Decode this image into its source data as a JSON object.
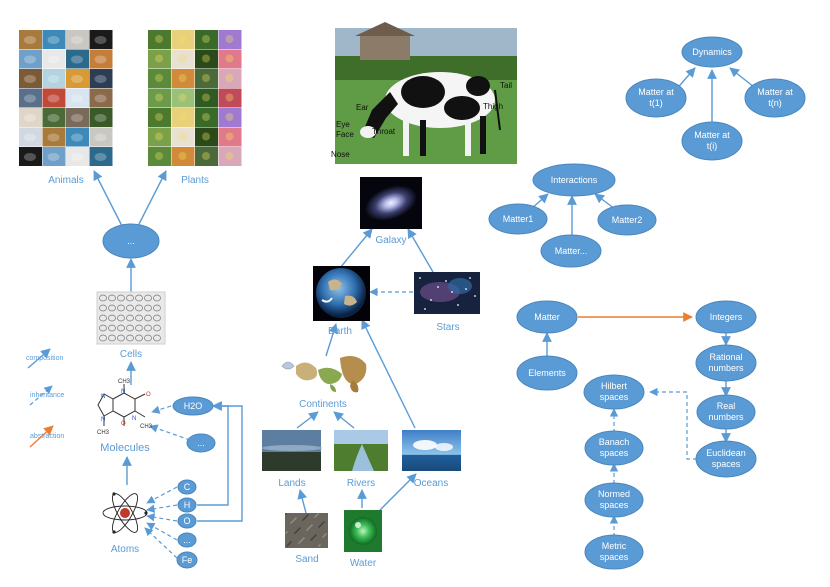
{
  "colors": {
    "node": "#5b9bd5",
    "text_on_node": "#ffffff",
    "abstraction": "#ed7d31"
  },
  "legend": {
    "composition": "composition",
    "inheritance": "inheritance",
    "abstraction": "abstraction"
  },
  "nodes": {
    "dynamics": "Dynamics",
    "matter_t1": [
      "Matter at",
      "t(1)"
    ],
    "matter_tn": [
      "Matter at",
      "t(n)"
    ],
    "matter_ti": [
      "Matter at",
      "t(i)"
    ],
    "interactions": "Interactions",
    "matter1": "Matter1",
    "matter2": "Matter2",
    "matter_dots": "Matter...",
    "matter": "Matter",
    "elements": "Elements",
    "integers": "Integers",
    "rational": [
      "Rational",
      "numbers"
    ],
    "real": [
      "Real",
      "numbers"
    ],
    "euclidean": [
      "Euclidean",
      "spaces"
    ],
    "hilbert": [
      "Hilbert",
      "spaces"
    ],
    "banach": [
      "Banach",
      "spaces"
    ],
    "normed": [
      "Normed",
      "spaces"
    ],
    "metric": [
      "Metric",
      "spaces"
    ],
    "life_dots": "...",
    "h2o": "H2O",
    "mol_dots": "...",
    "c": "C",
    "h": "H",
    "o": "O",
    "atom_dots": "...",
    "fe": "Fe"
  },
  "labels": {
    "animals": "Animals",
    "plants": "Plants",
    "cells": "Cells",
    "molecules": "Molecules",
    "atoms": "Atoms",
    "galaxy": "Galaxy",
    "earth": "Earth",
    "stars": "Stars",
    "continents": "Continents",
    "lands": "Lands",
    "rivers": "Rivers",
    "oceans": "Oceans",
    "sand": "Sand",
    "water": "Water"
  },
  "cow_parts": {
    "ear": "Ear",
    "eye": "Eye",
    "face": "Face",
    "nose": "Nose",
    "throat": "Throat",
    "thigh": "Thigh",
    "tail": "Tail"
  },
  "caffeine_atoms": [
    "CH3",
    "CH3",
    "CH3",
    "N",
    "N",
    "N",
    "N",
    "O",
    "O"
  ]
}
